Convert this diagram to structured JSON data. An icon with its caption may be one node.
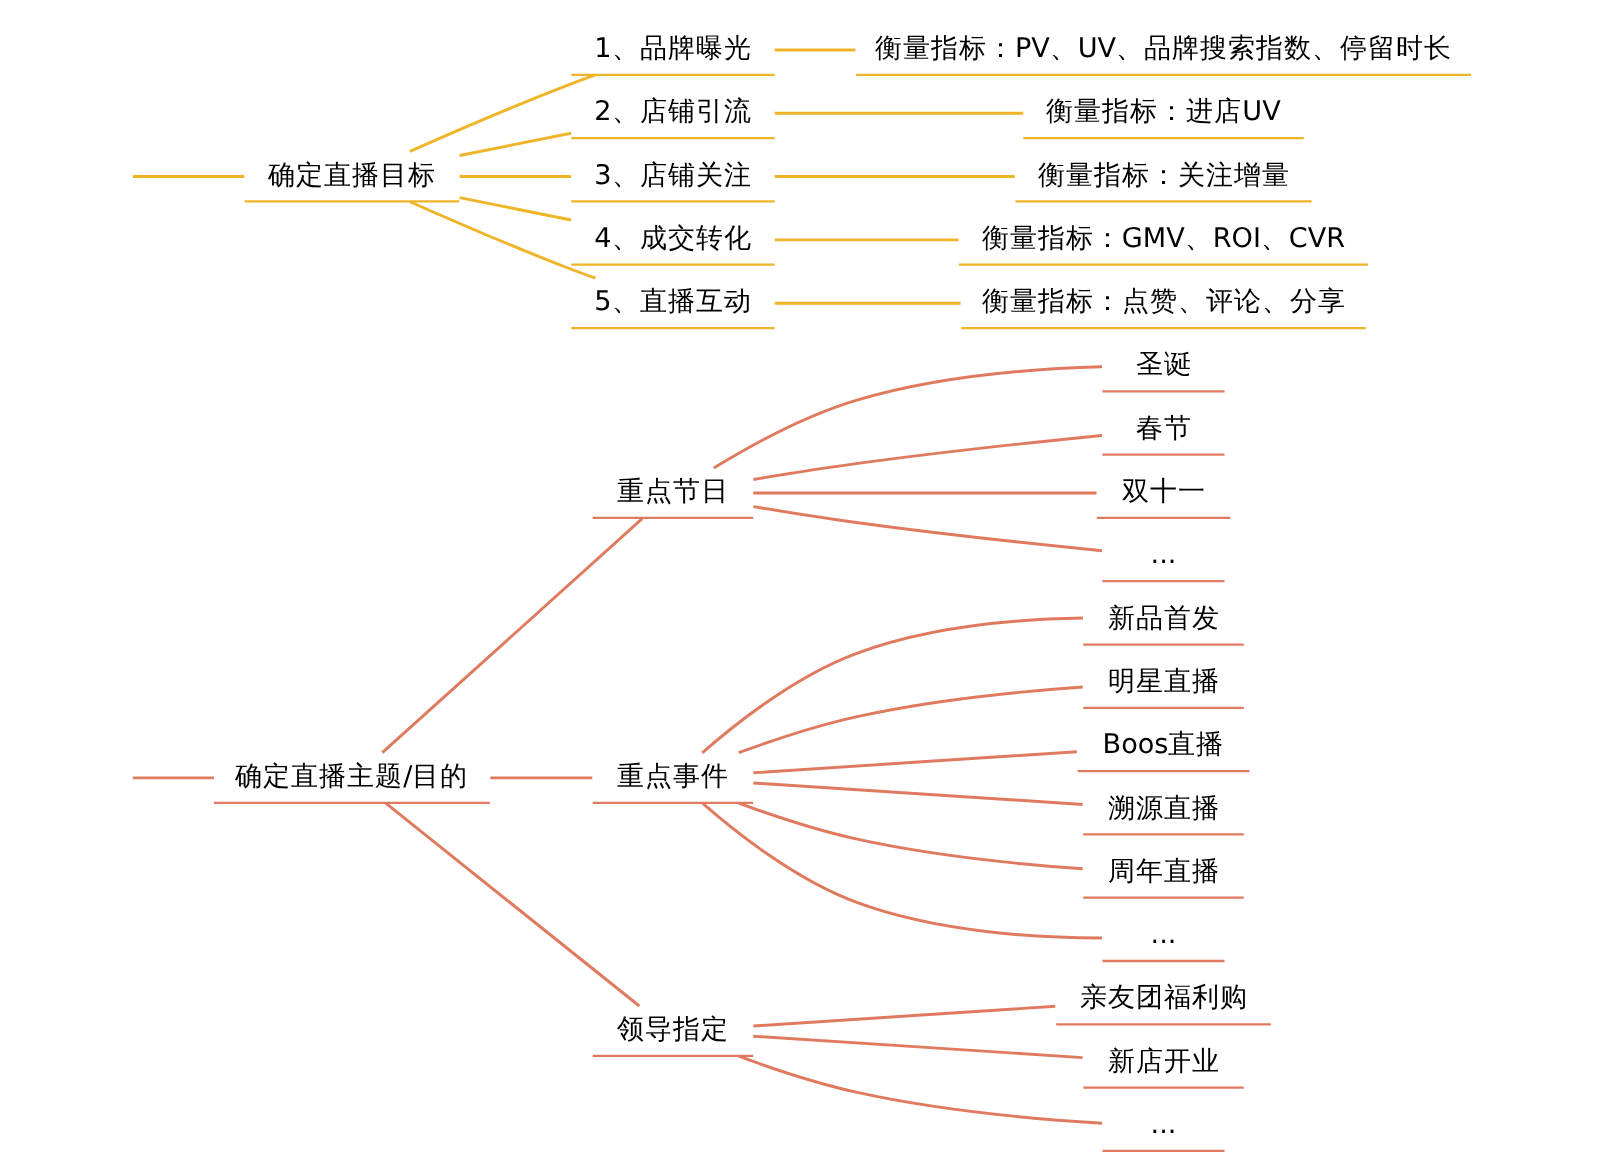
{
  "diagram": {
    "nodes": [
      {
        "text": [
          "确定直播主题/目的"
        ]
      },
      {
        "text": [
          "重点节日"
        ]
      },
      {
        "text": [
          "圣诞"
        ]
      },
      {
        "text": [
          "春节"
        ]
      },
      {
        "text": [
          "双十一"
        ]
      },
      {
        "text": [
          "..."
        ]
      },
      {
        "text": [
          "重点事件"
        ]
      },
      {
        "text": [
          "新品首发"
        ]
      },
      {
        "text": [
          "明星直播"
        ]
      },
      {
        "text": [
          "Boos直播"
        ]
      },
      {
        "text": [
          "溯源直播"
        ]
      },
      {
        "text": [
          "周年直播"
        ]
      },
      {
        "text": [
          "..."
        ]
      },
      {
        "text": [
          "领导指定"
        ]
      },
      {
        "text": [
          "亲友团福利购"
        ]
      },
      {
        "text": [
          "新店开业"
        ]
      },
      {
        "text": [
          "..."
        ]
      },
      {
        "text": [
          "确定直播目标"
        ]
      },
      {
        "text": [
          "1、品牌曝光"
        ]
      },
      {
        "text": [
          "衡量指标：PV、UV、品牌搜索指数、停留时长"
        ]
      },
      {
        "text": [
          "2、店铺引流"
        ]
      },
      {
        "text": [
          "衡量指标：进店UV"
        ]
      },
      {
        "text": [
          "3、店铺关注"
        ]
      },
      {
        "text": [
          "衡量指标：关注增量"
        ]
      },
      {
        "text": [
          "4、成交转化"
        ]
      },
      {
        "text": [
          "衡量指标：GMV、ROI、CVR"
        ]
      },
      {
        "text": [
          "5、直播互动"
        ]
      },
      {
        "text": [
          "衡量指标：点赞、评论、分享"
        ]
      }
    ],
    "edges": [
      {
        "from": null,
        "to": 0,
        "arrow": "none"
      },
      {
        "from": 0,
        "to": 1,
        "arrow": "none"
      },
      {
        "from": 1,
        "to": 2,
        "arrow": "none"
      },
      {
        "from": 1,
        "to": 3,
        "arrow": "none"
      },
      {
        "from": 1,
        "to": 4,
        "arrow": "none"
      },
      {
        "from": 1,
        "to": 5,
        "arrow": "none"
      },
      {
        "from": 0,
        "to": 6,
        "arrow": "none"
      },
      {
        "from": 6,
        "to": 7,
        "arrow": "none"
      },
      {
        "from": 6,
        "to": 8,
        "arrow": "none"
      },
      {
        "from": 6,
        "to": 9,
        "arrow": "none"
      },
      {
        "from": 6,
        "to": 10,
        "arrow": "none"
      },
      {
        "from": 6,
        "to": 11,
        "arrow": "none"
      },
      {
        "from": 6,
        "to": 12,
        "arrow": "none"
      },
      {
        "from": 0,
        "to": 13,
        "arrow": "none"
      },
      {
        "from": 13,
        "to": 14,
        "arrow": "none"
      },
      {
        "from": 13,
        "to": 15,
        "arrow": "none"
      },
      {
        "from": 13,
        "to": 16,
        "arrow": "none"
      },
      {
        "from": null,
        "to": 17,
        "arrow": "none",
        "color": "#f0b429"
      },
      {
        "from": 17,
        "to": 18,
        "arrow": "none",
        "color": "#f0b429"
      },
      {
        "from": 18,
        "to": 19,
        "arrow": "none",
        "color": "#f0b429"
      },
      {
        "from": 17,
        "to": 20,
        "arrow": "none",
        "color": "#f0b429"
      },
      {
        "from": 20,
        "to": 21,
        "arrow": "none",
        "color": "#f0b429"
      },
      {
        "from": 17,
        "to": 22,
        "arrow": "none",
        "color": "#f0b429"
      },
      {
        "from": 22,
        "to": 23,
        "arrow": "none",
        "color": "#f0b429"
      },
      {
        "from": 17,
        "to": 24,
        "arrow": "none",
        "color": "#f0b429"
      },
      {
        "from": 24,
        "to": 25,
        "arrow": "none",
        "color": "#f0b429"
      },
      {
        "from": 17,
        "to": 26,
        "arrow": "none",
        "color": "#f0b429"
      },
      {
        "from": 26,
        "to": 27,
        "arrow": "none",
        "color": "#f0b429"
      }
    ]
  }
}
